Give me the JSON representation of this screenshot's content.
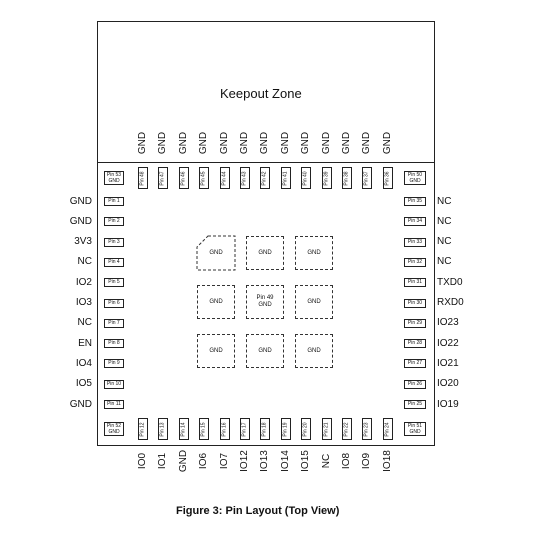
{
  "keepout_title": "Keepout Zone",
  "caption": "Figure 3: Pin Layout (Top View)",
  "corner_pins": {
    "top_left": {
      "pin": "Pin 53",
      "net": "GND"
    },
    "top_right": {
      "pin": "Pin 50",
      "net": "GND"
    },
    "bottom_left": {
      "pin": "Pin 52",
      "net": "GND"
    },
    "bottom_right": {
      "pin": "Pin 51",
      "net": "GND"
    }
  },
  "left_pins": [
    {
      "pin": "Pin 1",
      "net": "GND"
    },
    {
      "pin": "Pin 2",
      "net": "GND"
    },
    {
      "pin": "Pin 3",
      "net": "3V3"
    },
    {
      "pin": "Pin 4",
      "net": "NC"
    },
    {
      "pin": "Pin 5",
      "net": "IO2"
    },
    {
      "pin": "Pin 6",
      "net": "IO3"
    },
    {
      "pin": "Pin 7",
      "net": "NC"
    },
    {
      "pin": "Pin 8",
      "net": "EN"
    },
    {
      "pin": "Pin 9",
      "net": "IO4"
    },
    {
      "pin": "Pin 10",
      "net": "IO5"
    },
    {
      "pin": "Pin 11",
      "net": "GND"
    }
  ],
  "right_pins": [
    {
      "pin": "Pin 35",
      "net": "NC"
    },
    {
      "pin": "Pin 34",
      "net": "NC"
    },
    {
      "pin": "Pin 33",
      "net": "NC"
    },
    {
      "pin": "Pin 32",
      "net": "NC"
    },
    {
      "pin": "Pin 31",
      "net": "TXD0"
    },
    {
      "pin": "Pin 30",
      "net": "RXD0"
    },
    {
      "pin": "Pin 29",
      "net": "IO23"
    },
    {
      "pin": "Pin 28",
      "net": "IO22"
    },
    {
      "pin": "Pin 27",
      "net": "IO21"
    },
    {
      "pin": "Pin 26",
      "net": "IO20"
    },
    {
      "pin": "Pin 25",
      "net": "IO19"
    }
  ],
  "top_pins": [
    {
      "pin": "Pin 48",
      "net": "GND"
    },
    {
      "pin": "Pin 47",
      "net": "GND"
    },
    {
      "pin": "Pin 46",
      "net": "GND"
    },
    {
      "pin": "Pin 45",
      "net": "GND"
    },
    {
      "pin": "Pin 44",
      "net": "GND"
    },
    {
      "pin": "Pin 43",
      "net": "GND"
    },
    {
      "pin": "Pin 42",
      "net": "GND"
    },
    {
      "pin": "Pin 41",
      "net": "GND"
    },
    {
      "pin": "Pin 40",
      "net": "GND"
    },
    {
      "pin": "Pin 39",
      "net": "GND"
    },
    {
      "pin": "Pin 38",
      "net": "GND"
    },
    {
      "pin": "Pin 37",
      "net": "GND"
    },
    {
      "pin": "Pin 36",
      "net": "GND"
    }
  ],
  "bottom_pins": [
    {
      "pin": "Pin 12",
      "net": "IO0"
    },
    {
      "pin": "Pin 13",
      "net": "IO1"
    },
    {
      "pin": "Pin 14",
      "net": "GND"
    },
    {
      "pin": "Pin 15",
      "net": "IO6"
    },
    {
      "pin": "Pin 16",
      "net": "IO7"
    },
    {
      "pin": "Pin 17",
      "net": "IO12"
    },
    {
      "pin": "Pin 18",
      "net": "IO13"
    },
    {
      "pin": "Pin 19",
      "net": "IO14"
    },
    {
      "pin": "Pin 20",
      "net": "IO15"
    },
    {
      "pin": "Pin 21",
      "net": "NC"
    },
    {
      "pin": "Pin 22",
      "net": "IO8"
    },
    {
      "pin": "Pin 23",
      "net": "IO9"
    },
    {
      "pin": "Pin 24",
      "net": "IO18"
    }
  ],
  "thermal_pads": [
    {
      "label": "GND"
    },
    {
      "label": "GND"
    },
    {
      "label": "GND"
    },
    {
      "label": "GND"
    },
    {
      "label": "Pin 49 GND"
    },
    {
      "label": "GND"
    },
    {
      "label": "GND"
    },
    {
      "label": "GND"
    },
    {
      "label": "GND"
    }
  ]
}
